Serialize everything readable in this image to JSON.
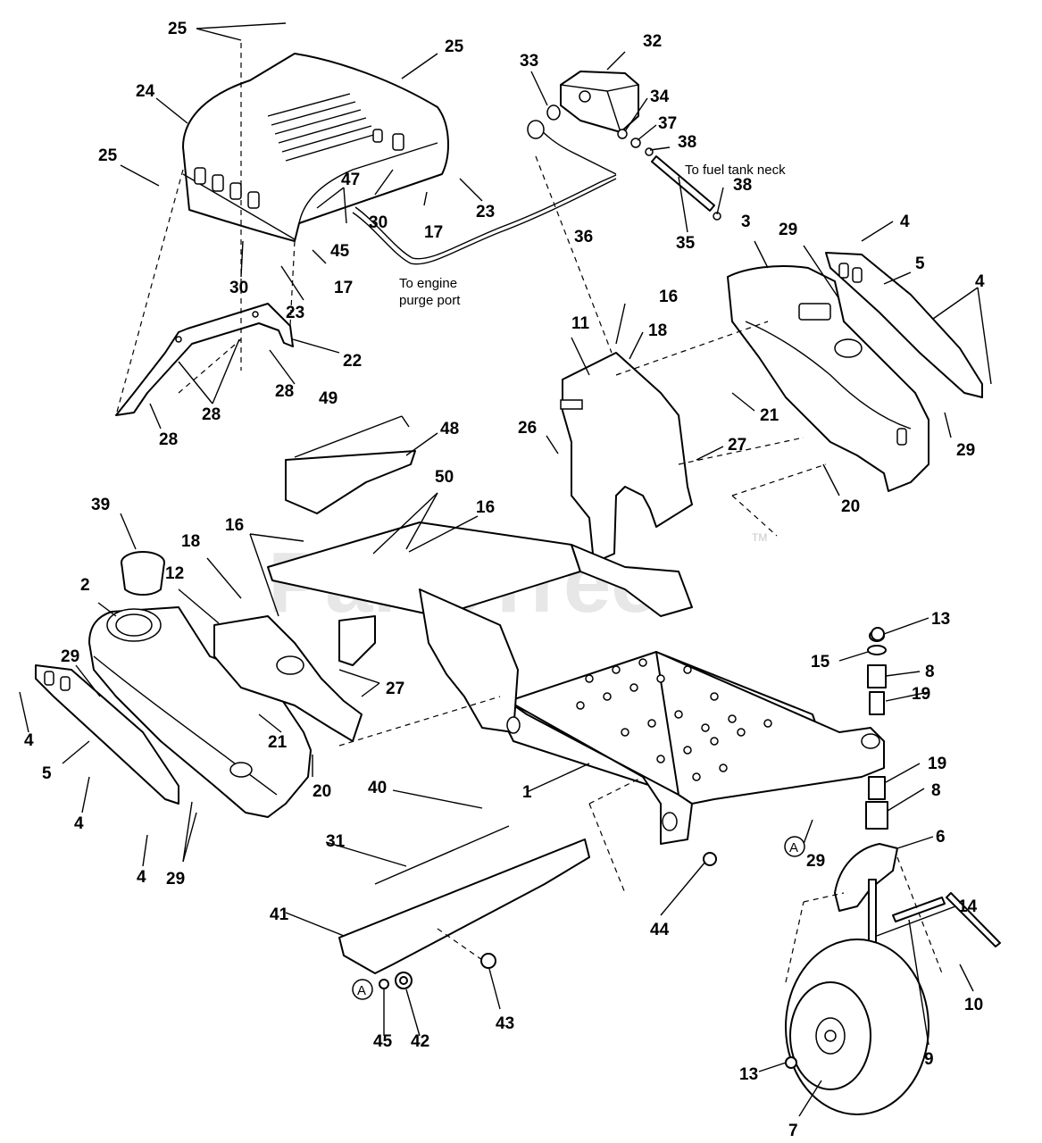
{
  "watermark": {
    "text": "PartsTree",
    "tm": "TM"
  },
  "notes": {
    "fuel_tank_neck": "To fuel tank neck",
    "engine_purge_1": "To engine",
    "engine_purge_2": "purge port"
  },
  "ref_markers": {
    "a_right": "A",
    "a_bottom": "A"
  },
  "callouts": [
    {
      "id": "25a",
      "label": "25"
    },
    {
      "id": "25b",
      "label": "25"
    },
    {
      "id": "25c",
      "label": "25"
    },
    {
      "id": "24",
      "label": "24"
    },
    {
      "id": "30a",
      "label": "30"
    },
    {
      "id": "30b",
      "label": "30"
    },
    {
      "id": "47",
      "label": "47"
    },
    {
      "id": "45a",
      "label": "45"
    },
    {
      "id": "17a",
      "label": "17"
    },
    {
      "id": "17b",
      "label": "17"
    },
    {
      "id": "23a",
      "label": "23"
    },
    {
      "id": "23b",
      "label": "23"
    },
    {
      "id": "36",
      "label": "36"
    },
    {
      "id": "33",
      "label": "33"
    },
    {
      "id": "32",
      "label": "32"
    },
    {
      "id": "34",
      "label": "34"
    },
    {
      "id": "37",
      "label": "37"
    },
    {
      "id": "38a",
      "label": "38"
    },
    {
      "id": "38b",
      "label": "38"
    },
    {
      "id": "35",
      "label": "35"
    },
    {
      "id": "3",
      "label": "3"
    },
    {
      "id": "29a",
      "label": "29"
    },
    {
      "id": "4a",
      "label": "4"
    },
    {
      "id": "5a",
      "label": "5"
    },
    {
      "id": "4b",
      "label": "4"
    },
    {
      "id": "16a",
      "label": "16"
    },
    {
      "id": "18a",
      "label": "18"
    },
    {
      "id": "11",
      "label": "11"
    },
    {
      "id": "21a",
      "label": "21"
    },
    {
      "id": "27a",
      "label": "27"
    },
    {
      "id": "29b",
      "label": "29"
    },
    {
      "id": "20a",
      "label": "20"
    },
    {
      "id": "22",
      "label": "22"
    },
    {
      "id": "28a",
      "label": "28"
    },
    {
      "id": "28b",
      "label": "28"
    },
    {
      "id": "28c",
      "label": "28"
    },
    {
      "id": "49",
      "label": "49"
    },
    {
      "id": "48",
      "label": "48"
    },
    {
      "id": "26",
      "label": "26"
    },
    {
      "id": "50",
      "label": "50"
    },
    {
      "id": "16b",
      "label": "16"
    },
    {
      "id": "16c",
      "label": "16"
    },
    {
      "id": "39",
      "label": "39"
    },
    {
      "id": "18b",
      "label": "18"
    },
    {
      "id": "12",
      "label": "12"
    },
    {
      "id": "2",
      "label": "2"
    },
    {
      "id": "29c",
      "label": "29"
    },
    {
      "id": "27b",
      "label": "27"
    },
    {
      "id": "21b",
      "label": "21"
    },
    {
      "id": "4c",
      "label": "4"
    },
    {
      "id": "5b",
      "label": "5"
    },
    {
      "id": "20b",
      "label": "20"
    },
    {
      "id": "4d",
      "label": "4"
    },
    {
      "id": "4e",
      "label": "4"
    },
    {
      "id": "29d",
      "label": "29"
    },
    {
      "id": "13a",
      "label": "13"
    },
    {
      "id": "15",
      "label": "15"
    },
    {
      "id": "8a",
      "label": "8"
    },
    {
      "id": "19a",
      "label": "19"
    },
    {
      "id": "19b",
      "label": "19"
    },
    {
      "id": "8b",
      "label": "8"
    },
    {
      "id": "6",
      "label": "6"
    },
    {
      "id": "1",
      "label": "1"
    },
    {
      "id": "40",
      "label": "40"
    },
    {
      "id": "31",
      "label": "31"
    },
    {
      "id": "29e",
      "label": "29"
    },
    {
      "id": "44",
      "label": "44"
    },
    {
      "id": "41",
      "label": "41"
    },
    {
      "id": "14",
      "label": "14"
    },
    {
      "id": "10",
      "label": "10"
    },
    {
      "id": "43",
      "label": "43"
    },
    {
      "id": "45b",
      "label": "45"
    },
    {
      "id": "42",
      "label": "42"
    },
    {
      "id": "9",
      "label": "9"
    },
    {
      "id": "13b",
      "label": "13"
    },
    {
      "id": "7",
      "label": "7"
    }
  ]
}
